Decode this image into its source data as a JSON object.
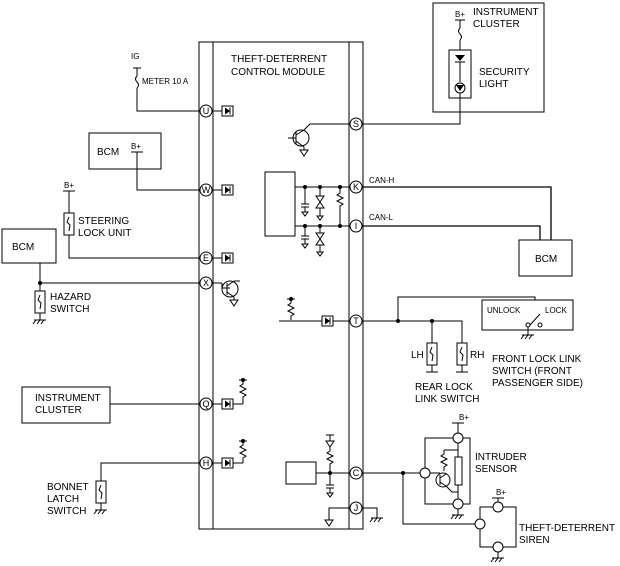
{
  "module": {
    "title_line1": "THEFT-DETERRENT",
    "title_line2": "CONTROL MODULE"
  },
  "pins": {
    "U": "U",
    "S": "S",
    "W": "W",
    "K": "K",
    "I": "I",
    "E": "E",
    "X": "X",
    "T": "T",
    "Q": "Q",
    "H": "H",
    "C": "C",
    "J": "J"
  },
  "power": {
    "ig": "IG",
    "fuse": "METER 10 A",
    "bplus": "B+"
  },
  "components": {
    "instrument_cluster_top": {
      "line1": "INSTRUMENT",
      "line2": "CLUSTER"
    },
    "security_light": {
      "line1": "SECURITY",
      "line2": "LIGHT"
    },
    "bcm_top": "BCM",
    "steering_lock": {
      "line1": "STEERING",
      "line2": "LOCK UNIT"
    },
    "bcm_left": "BCM",
    "hazard_switch": {
      "line1": "HAZARD",
      "line2": "SWITCH"
    },
    "bcm_right": "BCM",
    "instrument_cluster_left": {
      "line1": "INSTRUMENT",
      "line2": "CLUSTER"
    },
    "bonnet_switch": {
      "line1": "BONNET",
      "line2": "LATCH",
      "line3": "SWITCH"
    },
    "can_h": "CAN-H",
    "can_l": "CAN-L",
    "unlock": "UNLOCK",
    "lock": "LOCK",
    "front_lock_link": {
      "line1": "FRONT LOCK LINK",
      "line2": "SWITCH (FRONT",
      "line3": "PASSENGER SIDE)"
    },
    "lh": "LH",
    "rh": "RH",
    "rear_lock_link": {
      "line1": "REAR LOCK",
      "line2": "LINK SWITCH"
    },
    "intruder_sensor": {
      "line1": "INTRUDER",
      "line2": "SENSOR"
    },
    "siren": {
      "line1": "THEFT-DETERRENT",
      "line2": "SIREN"
    }
  }
}
